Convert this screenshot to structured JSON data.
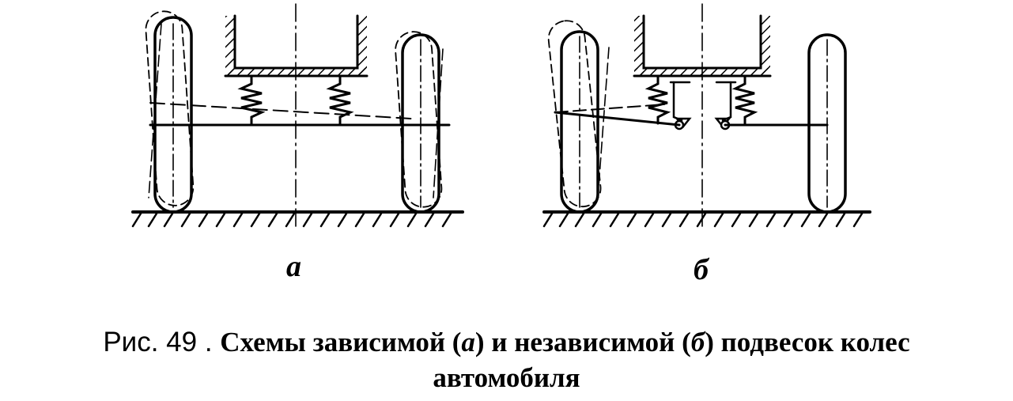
{
  "figure": {
    "panel_a_label": "а",
    "panel_b_label": "б"
  },
  "caption": {
    "prefix": "Рис. 49 . ",
    "part1": "Схемы зависимой (",
    "italic_a": "а",
    "part2": ") и независимой (",
    "italic_b": "б",
    "part3": ") подвесок колес",
    "line2": "автомобиля"
  }
}
